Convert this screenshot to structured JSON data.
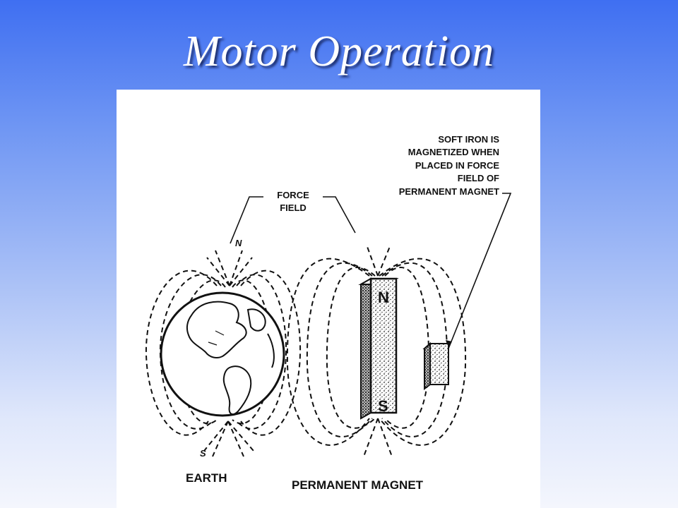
{
  "slide": {
    "title": "Motor Operation"
  },
  "diagram": {
    "labels": {
      "force_field": [
        "FORCE",
        "FIELD"
      ],
      "soft_iron": [
        "SOFT IRON IS",
        "MAGNETIZED WHEN",
        "PLACED IN FORCE",
        "FIELD OF",
        "PERMANENT MAGNET"
      ],
      "earth_north": "N",
      "earth_south": "S",
      "magnet_north": "N",
      "magnet_south": "S",
      "earth": "EARTH",
      "permanent_magnet": "PERMANENT MAGNET"
    }
  }
}
